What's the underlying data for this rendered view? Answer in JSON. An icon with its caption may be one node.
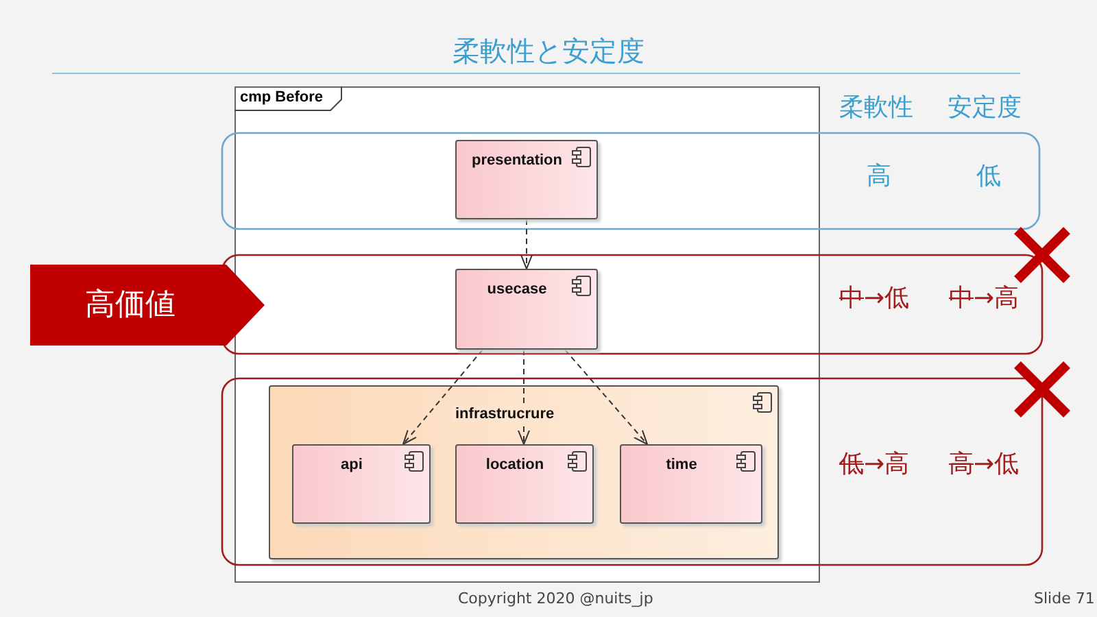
{
  "diagram": {
    "title": "柔軟性と安定度",
    "nodes": [
      {
        "text": [
          "cmp Before"
        ]
      },
      {
        "text": [
          "presentation"
        ],
        "in": 0
      },
      {
        "text": [
          "usecase"
        ],
        "in": 0
      },
      {
        "text": [
          "infrastrucrure"
        ],
        "in": 0
      },
      {
        "text": [
          "api"
        ],
        "in": 3
      },
      {
        "text": [
          "location"
        ],
        "in": 3
      },
      {
        "text": [
          "time"
        ],
        "in": 3
      },
      {
        "text": [
          "高価値"
        ]
      }
    ],
    "edges": [
      {
        "from": 1,
        "to": 2,
        "arrow": "to",
        "style": "dashed"
      },
      {
        "from": 2,
        "to": 4,
        "arrow": "to",
        "style": "dashed"
      },
      {
        "from": 2,
        "to": 5,
        "arrow": "to",
        "style": "dashed"
      },
      {
        "from": 2,
        "to": 6,
        "arrow": "to",
        "style": "dashed"
      }
    ],
    "labels": [
      "柔軟性",
      "安定度",
      "高",
      "低",
      "中",
      "→低",
      "中",
      "→高",
      "低",
      "→高",
      "高",
      "→低",
      "Copyright 2020 @nuits_jp",
      "Slide 71"
    ]
  }
}
